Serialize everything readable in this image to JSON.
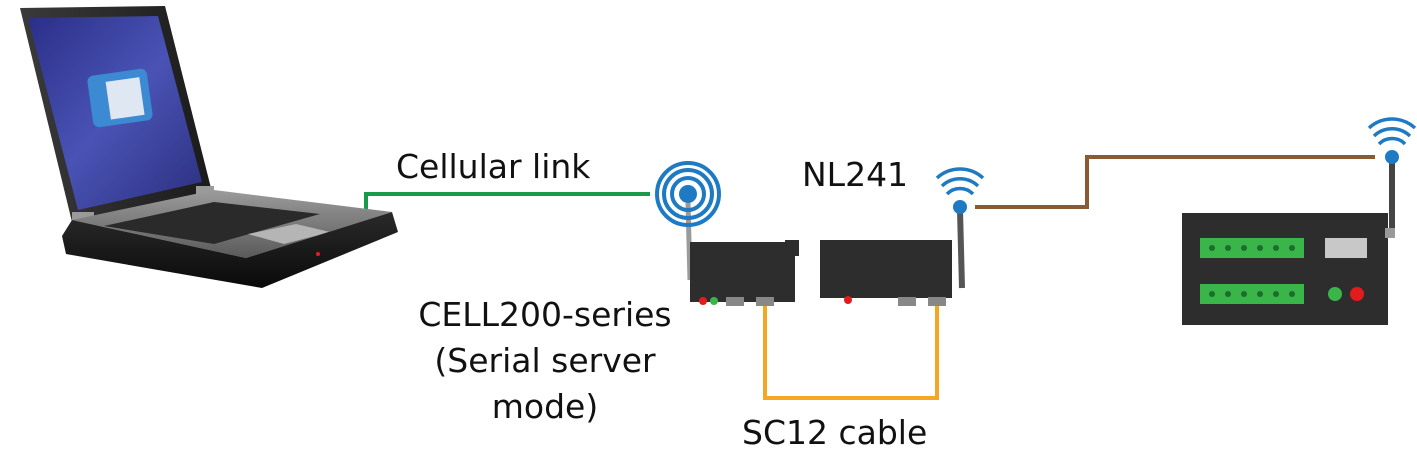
{
  "labels": {
    "cellular_link": "Cellular link",
    "nl241": "NL241",
    "cell200_line1": "CELL200-series",
    "cell200_line2": "(Serial server",
    "cell200_line3": "mode)",
    "sc12_cable": "SC12 cable"
  },
  "colors": {
    "cellular_link": "#1a9a4a",
    "sc12_cable": "#f5a623",
    "radio_link": "#8a5a32",
    "antenna_blue": "#1f7ac4",
    "device_body": "#2d2d2d",
    "terminal_green": "#39b54a",
    "led_green": "#39b54a",
    "led_red": "#e21c1c"
  },
  "icons": {
    "laptop": "laptop-icon",
    "cell200": "cell200-modem-icon",
    "nl241": "nl241-radio-icon",
    "datalogger": "datalogger-icon",
    "wireless": "wireless-signal-icon"
  }
}
